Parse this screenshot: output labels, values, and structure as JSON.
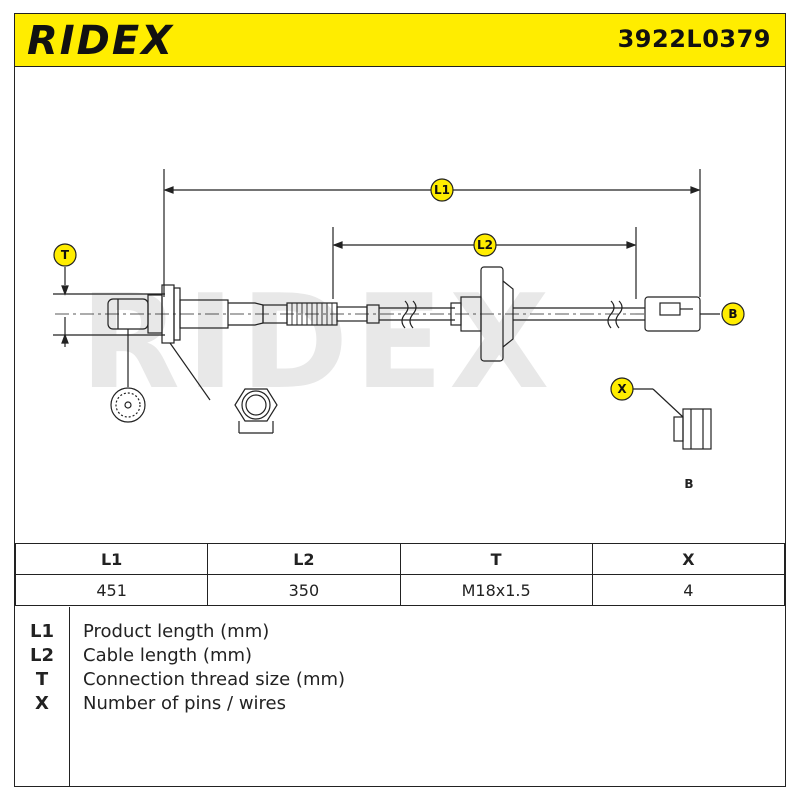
{
  "header": {
    "brand": "RIDEX",
    "part_number": "3922L0379"
  },
  "drawing": {
    "dim_l1": "L1",
    "dim_l2": "L2",
    "dim_t": "T",
    "callout_b": "B",
    "callout_x": "X",
    "connector_label": "B",
    "watermark": "RIDEX"
  },
  "table": {
    "headers": [
      "L1",
      "L2",
      "T",
      "X"
    ],
    "values": [
      "451",
      "350",
      "M18x1.5",
      "4"
    ]
  },
  "legend": [
    {
      "key": "L1",
      "desc": "Product length (mm)"
    },
    {
      "key": "L2",
      "desc": "Cable length (mm)"
    },
    {
      "key": "T",
      "desc": "Connection thread size (mm)"
    },
    {
      "key": "X",
      "desc": "Number of pins / wires"
    }
  ],
  "colors": {
    "header_bg": "#ffed00",
    "line": "#222222",
    "watermark": "#e6e6e6",
    "badge": "#ffed00"
  }
}
